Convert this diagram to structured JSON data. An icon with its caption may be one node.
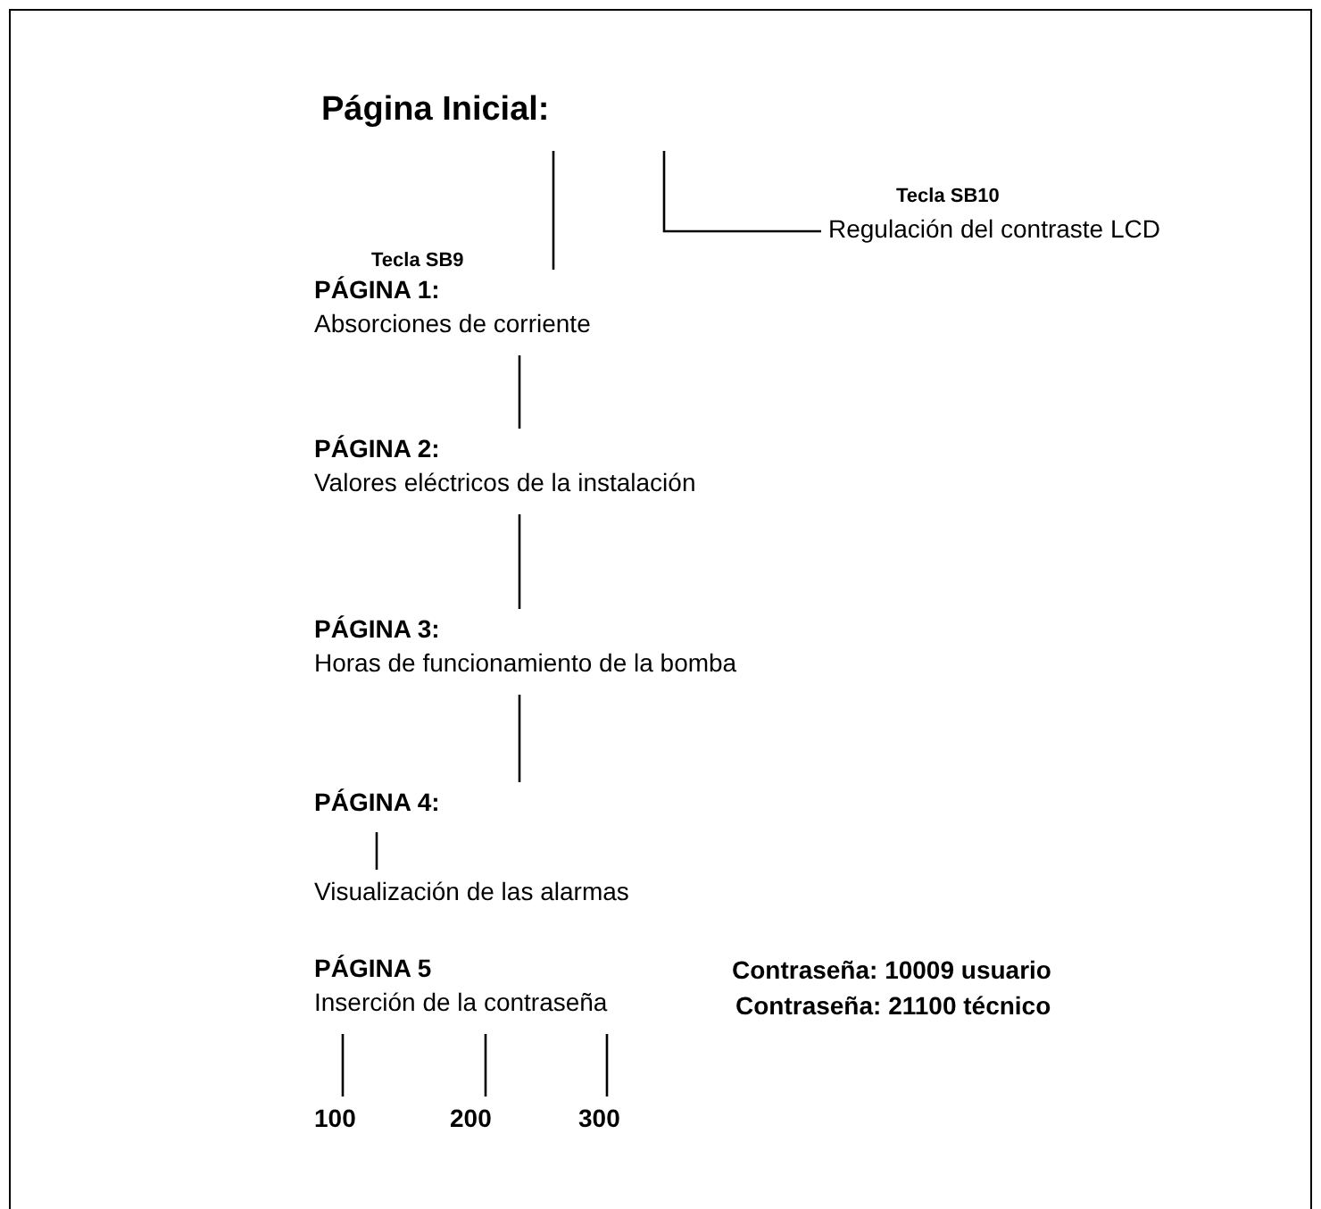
{
  "diagram": {
    "nodes": [
      {
        "text": [
          "Página Inicial:"
        ]
      },
      {
        "text": [
          "PÁGINA 1:",
          "Absorciones de corriente"
        ]
      },
      {
        "text": [
          "Regulación del contraste LCD"
        ]
      },
      {
        "text": [
          "PÁGINA 2:",
          "Valores eléctricos de la instalación"
        ]
      },
      {
        "text": [
          "PÁGINA 3:",
          "Horas de funcionamiento de la bomba"
        ]
      },
      {
        "text": [
          "PÁGINA 4:"
        ]
      },
      {
        "text": [
          "Visualización de las alarmas"
        ]
      },
      {
        "text": [
          "PÁGINA 5",
          "Inserción de la contraseña"
        ]
      },
      {
        "text": [
          "100"
        ]
      },
      {
        "text": [
          "200"
        ]
      },
      {
        "text": [
          "300"
        ]
      }
    ],
    "edges": [
      {
        "from": 0,
        "to": 1,
        "arrow": "none",
        "label": "Tecla SB9"
      },
      {
        "from": 0,
        "to": 2,
        "arrow": "none",
        "label": "Tecla SB10"
      },
      {
        "from": 1,
        "to": 3,
        "arrow": "none"
      },
      {
        "from": 3,
        "to": 4,
        "arrow": "none"
      },
      {
        "from": 4,
        "to": 5,
        "arrow": "none"
      },
      {
        "from": 5,
        "to": 6,
        "arrow": "none"
      },
      {
        "from": 7,
        "to": 8,
        "arrow": "none"
      },
      {
        "from": 7,
        "to": 9,
        "arrow": "none"
      },
      {
        "from": 7,
        "to": 10,
        "arrow": "none"
      }
    ],
    "labels": [
      "Contraseña: 10009 usuario",
      "Contraseña: 21100 técnico"
    ]
  }
}
